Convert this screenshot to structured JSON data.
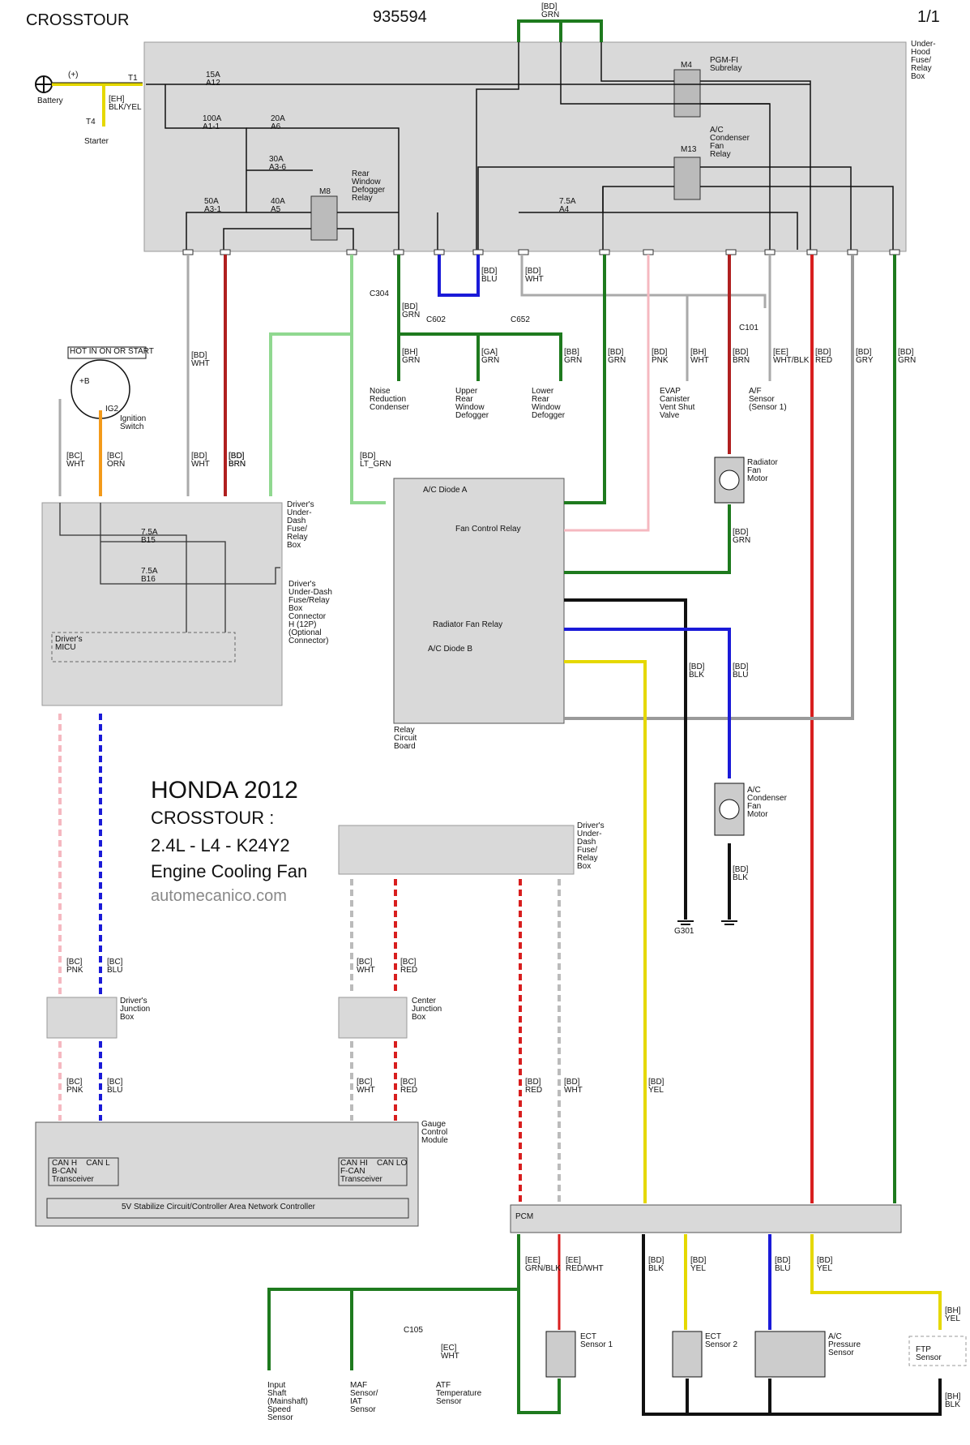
{
  "header": {
    "model": "CROSSTOUR",
    "doc_number": "935594",
    "page": "1/1"
  },
  "brand": {
    "line1": "HONDA 2012",
    "line2": "CROSSTOUR :",
    "line3": "2.4L - L4 - K24Y2",
    "line4": "Engine Cooling Fan",
    "site": "automecanico.com"
  },
  "labels": {
    "battery": "Battery",
    "battery_pos": "(+)",
    "starter": "Starter",
    "t1": "T1",
    "t4": "T4",
    "eh_wire": "[EH]\nBLK/YEL",
    "underhood_box": "Under-\nHood\nFuse/\nRelay\nBox",
    "m4": "M4",
    "m4_name": "PGM-FI\nSubrelay",
    "m13": "M13",
    "m13_name": "A/C\nCondenser\nFan\nRelay",
    "m8": "M8",
    "m8_name": "Rear\nWindow\nDefogger\nRelay",
    "fuse_a12": "15A\nA12",
    "fuse_a11": "100A\nA1-1",
    "fuse_a6": "20A\nA6",
    "fuse_a36": "30A\nA3-6",
    "fuse_a31": "50A\nA3-1",
    "fuse_a5": "40A\nA5",
    "fuse_a4": "7.5A\nA4",
    "top_wire": "[BD]\nGRN",
    "hot_label": "HOT IN ON OR START",
    "ign_switch": "Ignition\nSwitch",
    "ign_b": "+B",
    "ign_ig2": "IG2",
    "drv_box": "Driver's\nUnder-\nDash\nFuse/\nRelay\nBox",
    "drv_connector": "Driver's\nUnder-Dash\nFuse/Relay\nBox\nConnector\nH (12P)\n(Optional\nConnector)",
    "drv_micu": "Driver's\nMICU",
    "fuse_b15": "7.5A\nB15",
    "fuse_b16": "7.5A\nB16",
    "noise_cond": "Noise\nReduction\nCondenser",
    "upper_defog": "Upper\nRear\nWindow\nDefogger",
    "lower_defog": "Lower\nRear\nWindow\nDefogger",
    "evap_valve": "EVAP\nCanister\nVent Shut\nValve",
    "af_sensor": "A/F\nSensor\n(Sensor 1)",
    "rad_fan": "Radiator\nFan\nMotor",
    "ac_fan": "A/C\nCondenser\nFan\nMotor",
    "relay_board": "Relay\nCircuit\nBoard",
    "ac_diode_a": "A/C Diode A",
    "ac_diode_b": "A/C Diode B",
    "fan_ctrl_relay": "Fan Control Relay",
    "rad_fan_relay": "Radiator Fan Relay",
    "g301": "G301",
    "drv_box2": "Driver's\nUnder-\nDash\nFuse/\nRelay\nBox",
    "drv_jbox": "Driver's\nJunction\nBox",
    "ctr_jbox": "Center\nJunction\nBox",
    "gauge": "Gauge\nControl\nModule",
    "bcan": "CAN H    CAN L\nB-CAN\nTransceiver",
    "fcan": "CAN HI    CAN LO\nF-CAN\nTransceiver",
    "can_ctrl": "5V Stabilize Circuit/Controller Area Network Controller",
    "pcm": "PCM",
    "input_shaft": "Input\nShaft\n(Mainshaft)\nSpeed\nSensor",
    "maf": "MAF\nSensor/\nIAT\nSensor",
    "atf": "ATF\nTemperature\nSensor",
    "ect1": "ECT\nSensor 1",
    "ect2": "ECT\nSensor 2",
    "ac_press": "A/C\nPressure\nSensor",
    "ftp": "FTP\nSensor",
    "c304": "C304",
    "c101": "C101",
    "c602": "C602",
    "c652": "C652",
    "c105": "C105"
  },
  "wires": [
    "[BD]\nWHT",
    "[BD]\nBRN",
    "[BD]\nLT_GRN",
    "[BD]\nGRN",
    "[BH]\nGRN",
    "[GA]\nGRN",
    "[BB]\nGRN",
    "[BD]\nBLU",
    "[BD]\nWHT",
    "[BD]\nGRN",
    "[BD]\nPNK",
    "[BH]\nWHT",
    "[BD]\nBRN",
    "[EE]\nWHT/BLK",
    "[BD]\nRED",
    "[BD]\nGRY",
    "[BD]\nGRN",
    "[BC]\nWHT",
    "[BC]\nORN",
    "[BD]\nWHT",
    "[BD]\nBRN",
    "[BD]\nGRN",
    "[BD]\nBLK",
    "[BD]\nBLU",
    "[BD]\nBLK",
    "[BC]\nPNK",
    "[BC]\nBLU",
    "[BC]\nWHT",
    "[BC]\nRED",
    "[BC]\nPNK",
    "[BC]\nBLU",
    "[BC]\nWHT",
    "[BC]\nRED",
    "[BD]\nRED",
    "[BD]\nWHT",
    "[BD]\nYEL",
    "[EE]\nGRN/BLK",
    "[EE]\nRED/WHT",
    "[BD]\nBLK",
    "[BD]\nYEL",
    "[BD]\nBLU",
    "[BD]\nYEL",
    "[EC]\nWHT",
    "[BH]\nYEL",
    "[BH]\nBLK"
  ],
  "colors": {
    "green": "#1e7a1e",
    "red": "#d81e1e",
    "blue": "#1a1ad8",
    "yellow": "#e5d800",
    "orange": "#f39a1a",
    "pink": "#f5b8c0",
    "gray": "#9a9a9a",
    "black": "#111111",
    "box": "#d9d9d9",
    "ltgreen": "#90d890"
  }
}
